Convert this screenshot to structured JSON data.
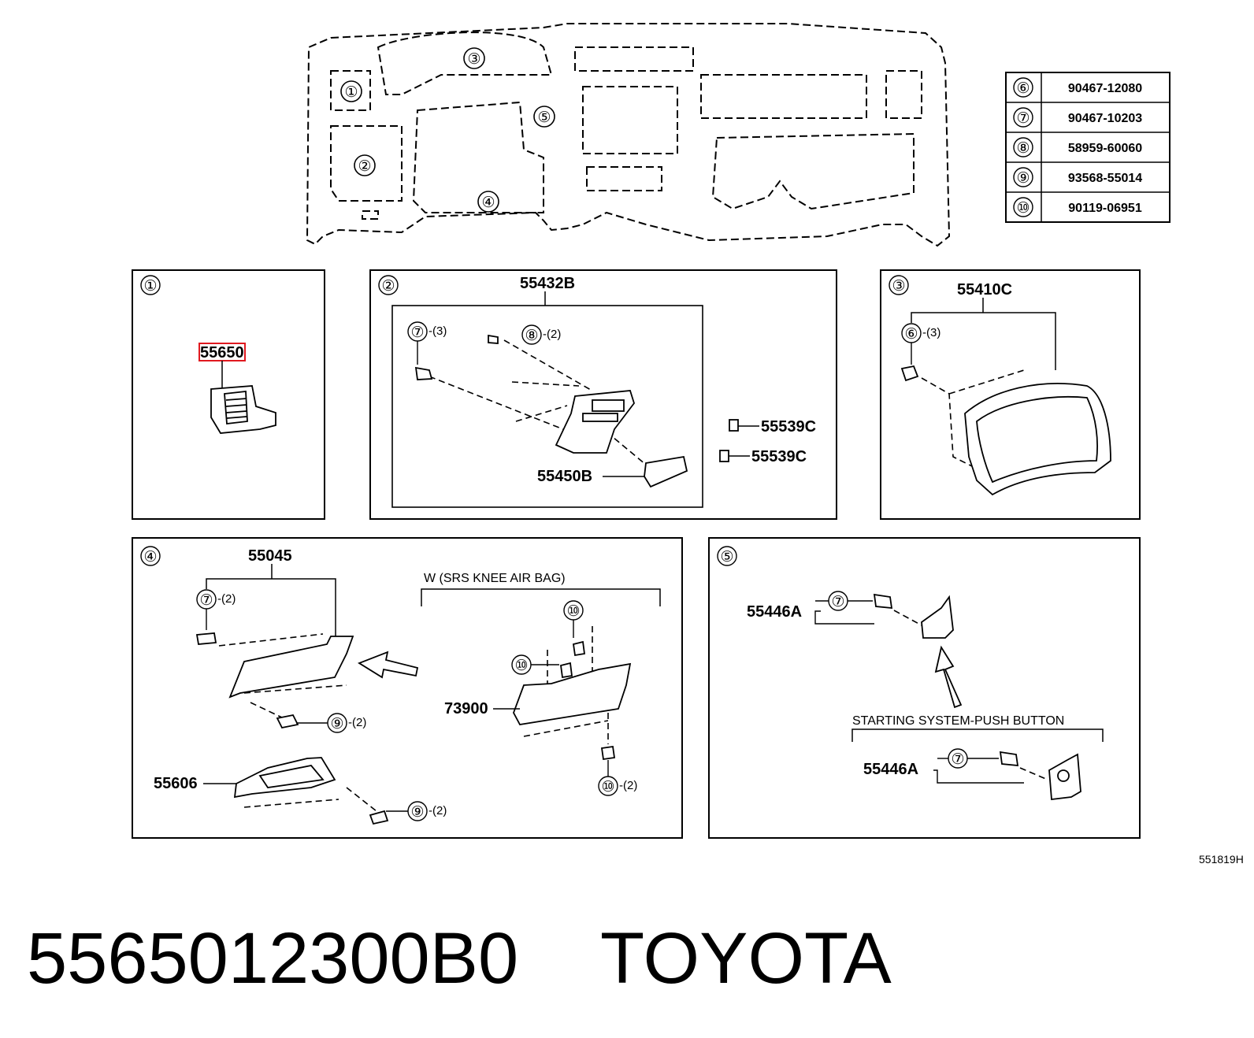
{
  "callouts": {
    "c1": "①",
    "c2": "②",
    "c3": "③",
    "c4": "④",
    "c5": "⑤",
    "c6": "⑥",
    "c7": "⑦",
    "c8": "⑧",
    "c9": "⑨",
    "c10": "⑩"
  },
  "parts_table": [
    {
      "ref": "⑥",
      "part": "90467-12080"
    },
    {
      "ref": "⑦",
      "part": "90467-10203"
    },
    {
      "ref": "⑧",
      "part": "58959-60060"
    },
    {
      "ref": "⑨",
      "part": "93568-55014"
    },
    {
      "ref": "⑩",
      "part": "90119-06951"
    }
  ],
  "panel1": {
    "part": "55650"
  },
  "panel2": {
    "assy": "55432B",
    "part_a": "55539C",
    "part_b": "55539C",
    "part_c": "55450B",
    "qty7": "-(3)",
    "qty8": "-(2)"
  },
  "panel3": {
    "assy": "55410C",
    "qty6": "-(3)"
  },
  "panel4": {
    "assy": "55045",
    "qty7": "-(2)",
    "qty9a": "-(2)",
    "part_b": "55606",
    "qty9b": "-(2)",
    "variant_label": "W (SRS KNEE AIR BAG)",
    "part_c": "73900",
    "qty10": "-(2)"
  },
  "panel5": {
    "part_a": "55446A",
    "variant_label": "STARTING SYSTEM-PUSH BUTTON",
    "part_b": "55446A"
  },
  "diagram_ref": "551819H",
  "footer": {
    "part_number": "5565012300B0",
    "brand": "TOYOTA"
  },
  "colors": {
    "highlight": "#e0191f",
    "line": "#000000"
  }
}
